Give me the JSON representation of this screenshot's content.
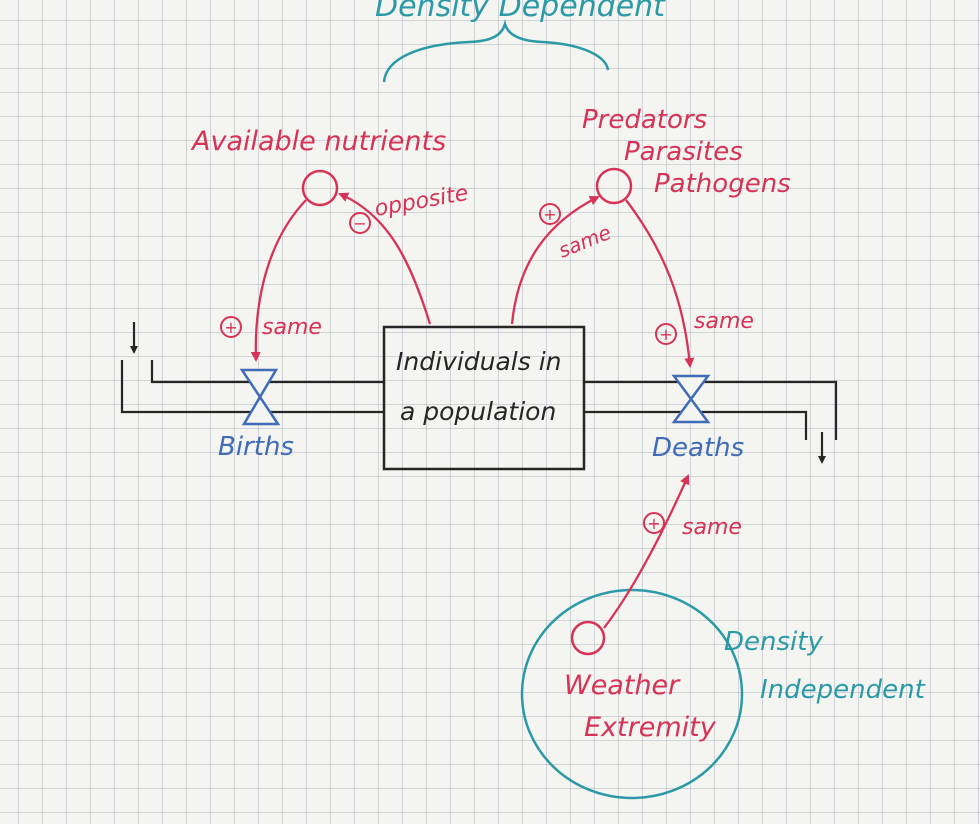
{
  "header": {
    "density_dependent": "Density Dependent"
  },
  "nodes": {
    "nutrients": "Available nutrients",
    "predators": [
      "Predators",
      "Parasites",
      "Pathogens"
    ],
    "stock": [
      "Individuals in",
      "a population"
    ],
    "births": "Births",
    "deaths": "Deaths",
    "weather": [
      "Weather",
      "Extremity"
    ],
    "density_independent": [
      "Density",
      "Independent"
    ]
  },
  "links": {
    "nutrients_to_births": {
      "polarity": "+",
      "label": "same"
    },
    "stock_to_nutrients": {
      "polarity": "−",
      "label": "opposite"
    },
    "stock_to_predators": {
      "polarity": "+",
      "label": "same"
    },
    "predators_to_deaths": {
      "polarity": "+",
      "label": "same"
    },
    "weather_to_deaths": {
      "polarity": "+",
      "label": "same"
    }
  },
  "colors": {
    "variables": "#d63356",
    "flows": "#3f6bb7",
    "annotations": "#2b9aa6",
    "structure": "#262626"
  }
}
